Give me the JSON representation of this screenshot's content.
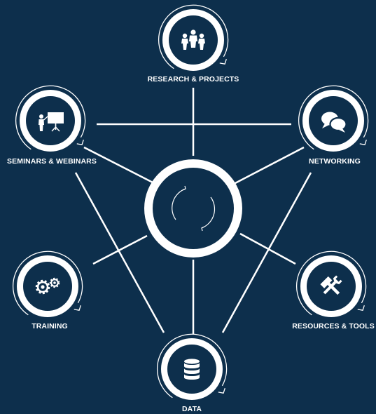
{
  "colors": {
    "background": "#0d2f4c",
    "foreground": "#ffffff"
  },
  "nodes": [
    {
      "id": "research",
      "label": "RESEARCH & PROJECTS",
      "icon": "people-group-icon"
    },
    {
      "id": "seminars",
      "label": "SEMINARS & WEBINARS",
      "icon": "presentation-icon"
    },
    {
      "id": "networking",
      "label": "NETWORKING",
      "icon": "chat-bubbles-icon"
    },
    {
      "id": "training",
      "label": "TRAINING",
      "icon": "gears-icon"
    },
    {
      "id": "resources",
      "label": "RESOURCES & TOOLS",
      "icon": "hammer-wrench-icon"
    },
    {
      "id": "data",
      "label": "DATA",
      "icon": "database-icon"
    }
  ],
  "hub": {
    "icon": "cycle-arrows-icon"
  }
}
